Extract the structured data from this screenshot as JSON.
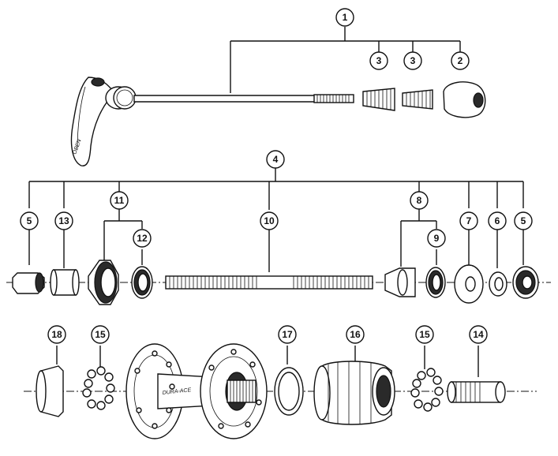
{
  "callouts": [
    {
      "id": "c1",
      "label": "1"
    },
    {
      "id": "c3a",
      "label": "3"
    },
    {
      "id": "c3b",
      "label": "3"
    },
    {
      "id": "c2",
      "label": "2"
    },
    {
      "id": "c4",
      "label": "4"
    },
    {
      "id": "c5a",
      "label": "5"
    },
    {
      "id": "c13",
      "label": "13"
    },
    {
      "id": "c11",
      "label": "11"
    },
    {
      "id": "c12",
      "label": "12"
    },
    {
      "id": "c10",
      "label": "10"
    },
    {
      "id": "c8",
      "label": "8"
    },
    {
      "id": "c9",
      "label": "9"
    },
    {
      "id": "c7",
      "label": "7"
    },
    {
      "id": "c6",
      "label": "6"
    },
    {
      "id": "c5b",
      "label": "5"
    },
    {
      "id": "c18",
      "label": "18"
    },
    {
      "id": "c15a",
      "label": "15"
    },
    {
      "id": "c17",
      "label": "17"
    },
    {
      "id": "c16",
      "label": "16"
    },
    {
      "id": "c15b",
      "label": "15"
    },
    {
      "id": "c14",
      "label": "14"
    }
  ],
  "lever_text": "OPEN",
  "hub_brand_text": "DURA-ACE"
}
